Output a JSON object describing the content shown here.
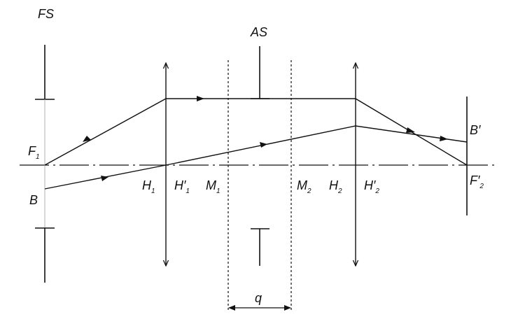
{
  "labels": {
    "fs": "FS",
    "as": "AS",
    "f1": "F",
    "f1_sub": "1",
    "b": "B",
    "h1": "H",
    "h1_sub": "1",
    "h1p": "H′",
    "h1p_sub": "1",
    "m1": "M",
    "m1_sub": "1",
    "m2": "M",
    "m2_sub": "2",
    "h2": "H",
    "h2_sub": "2",
    "h2p": "H′",
    "h2p_sub": "2",
    "bp": "B′",
    "f2p": "F′",
    "f2p_sub": "2",
    "q": "q"
  },
  "colors": {
    "line": "#111111",
    "faint": "#b0b0b0"
  }
}
